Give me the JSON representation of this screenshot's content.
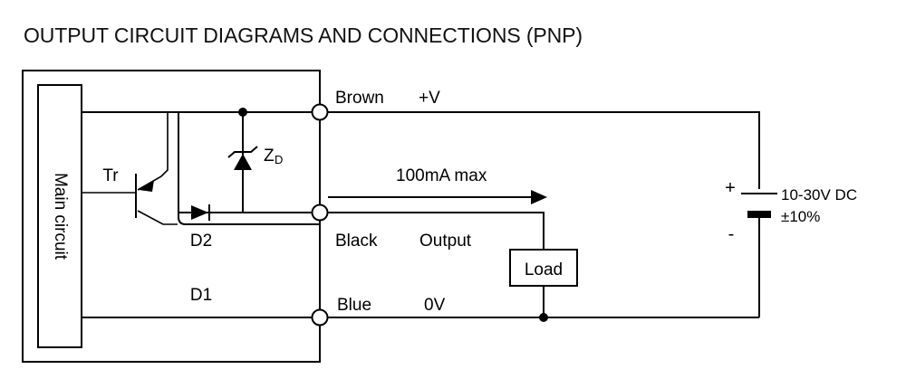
{
  "page": {
    "title": "OUTPUT CIRCUIT DIAGRAMS AND CONNECTIONS (PNP)",
    "background_color": "#ffffff",
    "line_color": "#000000"
  },
  "diagram": {
    "type": "electrical-schematic",
    "sensor_block": {
      "label": "Main circuit",
      "orientation": "vertical"
    },
    "components": [
      {
        "id": "Tr",
        "label": "Tr",
        "type": "pnp-transistor"
      },
      {
        "id": "ZD",
        "label": "Z",
        "subscript": "D",
        "type": "zener-diode"
      },
      {
        "id": "D2",
        "label": "D2",
        "type": "diode"
      },
      {
        "id": "D1",
        "label": "D1",
        "type": "diode"
      },
      {
        "id": "Load",
        "label": "Load",
        "type": "load-box"
      }
    ],
    "terminals": [
      {
        "id": "t1",
        "wire_color": "Brown",
        "function": "+V"
      },
      {
        "id": "t2",
        "wire_color": "Black",
        "function": "Output"
      },
      {
        "id": "t3",
        "wire_color": "Blue",
        "function": "0V"
      }
    ],
    "annotations": {
      "current_rating": "100mA max",
      "supply_voltage": "10-30V DC",
      "supply_tolerance": "±10%",
      "polarity_positive": "+",
      "polarity_negative": "-"
    }
  }
}
